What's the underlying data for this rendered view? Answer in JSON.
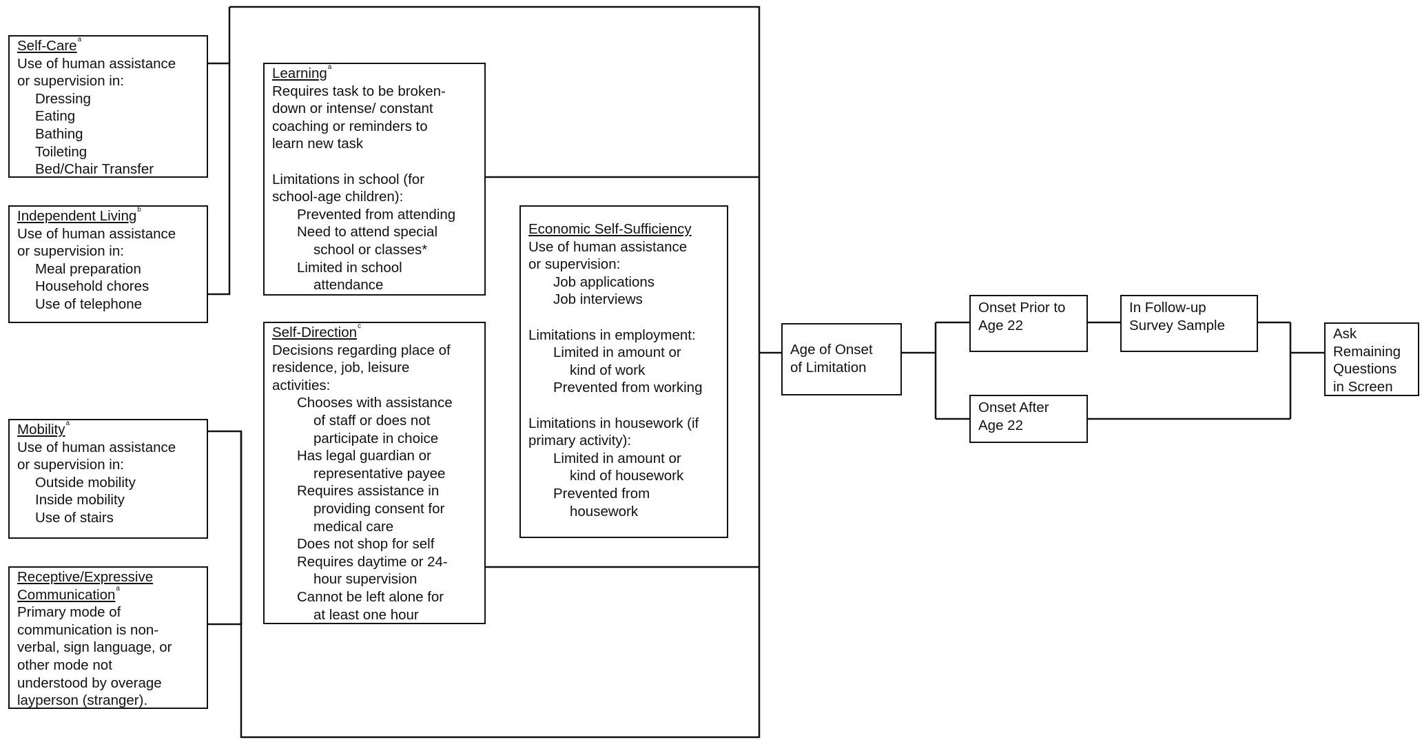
{
  "self_care": {
    "title": "Self-Care",
    "sup": "a",
    "lines": [
      "Use of human assistance",
      "or supervision in:"
    ],
    "items": [
      "Dressing",
      "Eating",
      "Bathing",
      "Toileting",
      "Bed/Chair Transfer"
    ]
  },
  "independent_living": {
    "title": "Independent Living",
    "sup": "b",
    "lines": [
      "Use of human assistance",
      "or supervision in:"
    ],
    "items": [
      "Meal preparation",
      "Household chores",
      "Use of telephone"
    ]
  },
  "mobility": {
    "title": "Mobility",
    "sup": "a",
    "lines": [
      "Use of human assistance",
      "or supervision in:"
    ],
    "items": [
      "Outside mobility",
      "Inside mobility",
      "Use of stairs"
    ]
  },
  "communication": {
    "title_line1": "Receptive/Expressive",
    "title_line2": "Communication",
    "sup": "a",
    "lines": [
      "Primary mode of",
      "communication is non-",
      "verbal, sign language, or",
      "other mode not",
      "understood by overage",
      "layperson (stranger)."
    ]
  },
  "learning": {
    "title": "Learning",
    "sup": "a",
    "lines": [
      "Requires task to be broken-",
      "down or intense/ constant",
      "coaching or reminders to",
      "learn new task"
    ],
    "school_lines": [
      "Limitations in school (for",
      "school-age children):"
    ],
    "items": [
      {
        "first": "Prevented from attending",
        "cont": ""
      },
      {
        "first": "Need to attend special",
        "cont": "school or classes*"
      },
      {
        "first": "Limited in school",
        "cont": "attendance"
      }
    ]
  },
  "self_direction": {
    "title": "Self-Direction",
    "sup": "c",
    "lines": [
      "Decisions regarding place of",
      "residence, job, leisure",
      "activities:"
    ],
    "items": [
      {
        "first": "Chooses with assistance",
        "cont": [
          "of staff or does not",
          "participate in choice"
        ]
      },
      {
        "first": "Has legal guardian or",
        "cont": [
          "representative payee"
        ]
      },
      {
        "first": "Requires assistance in",
        "cont": [
          "providing consent for",
          "medical care"
        ]
      },
      {
        "first": "Does not shop for self",
        "cont": []
      },
      {
        "first": "Requires daytime or 24-",
        "cont": [
          "hour supervision"
        ]
      },
      {
        "first": "Cannot be left alone for",
        "cont": [
          "at least one hour"
        ]
      }
    ]
  },
  "economic": {
    "title": "Economic Self-Sufficiency",
    "lines": [
      "Use of human assistance",
      "or supervision:"
    ],
    "items": [
      "Job applications",
      "Job interviews"
    ],
    "employment_heading": "Limitations in employment:",
    "employment_items": [
      {
        "first": "Limited in amount or",
        "cont": "kind of work"
      },
      {
        "first": "Prevented from working",
        "cont": ""
      }
    ],
    "housework_heading": [
      "Limitations in housework (if",
      "primary activity):"
    ],
    "housework_items": [
      {
        "first": "Limited in amount or",
        "cont": "kind of housework"
      },
      {
        "first": "Prevented from",
        "cont": "housework"
      }
    ]
  },
  "age_of_onset": {
    "lines": [
      "Age of Onset",
      "of Limitation"
    ]
  },
  "onset_prior": {
    "lines": [
      "Onset Prior to",
      "Age 22"
    ]
  },
  "onset_after": {
    "lines": [
      "Onset After",
      "Age 22"
    ]
  },
  "follow_up": {
    "lines": [
      "In Follow-up",
      "Survey Sample"
    ]
  },
  "ask_remaining": {
    "lines": [
      "Ask",
      "Remaining",
      "Questions",
      "in Screen"
    ]
  }
}
